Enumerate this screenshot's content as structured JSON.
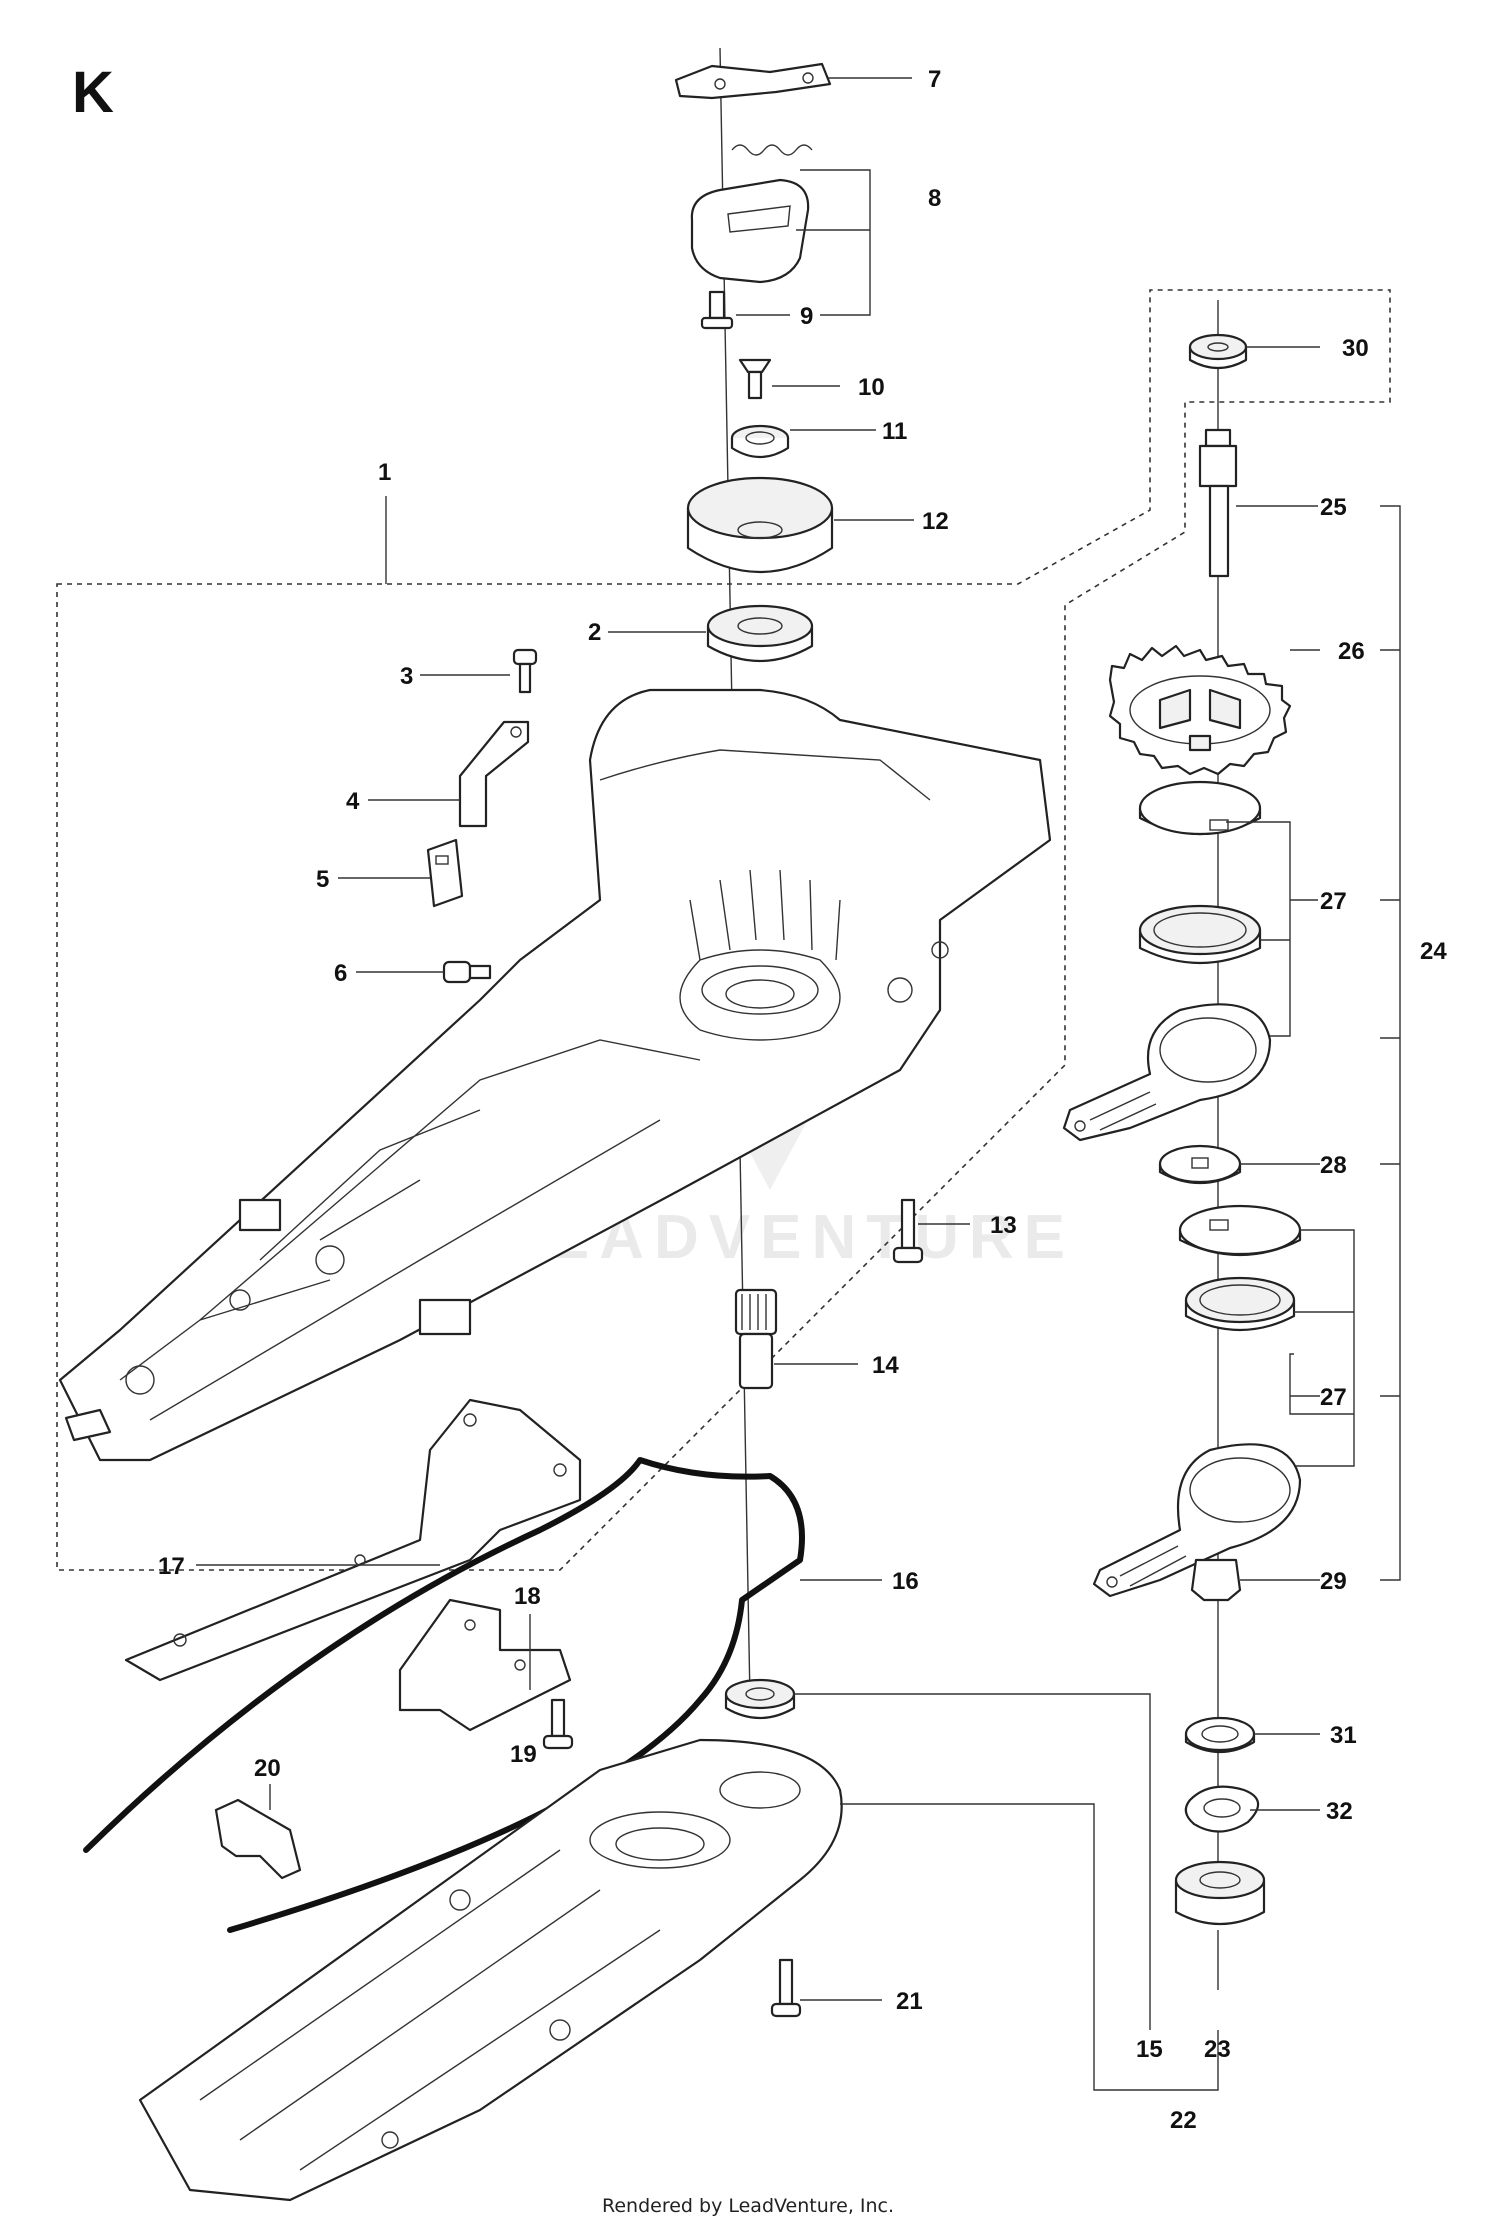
{
  "section_letter": "K",
  "callouts": {
    "c1": "1",
    "c2": "2",
    "c3": "3",
    "c4": "4",
    "c5": "5",
    "c6": "6",
    "c7": "7",
    "c8": "8",
    "c9": "9",
    "c10": "10",
    "c11": "11",
    "c12": "12",
    "c13": "13",
    "c14": "14",
    "c15": "15",
    "c16": "16",
    "c17": "17",
    "c18": "18",
    "c19": "19",
    "c20": "20",
    "c21": "21",
    "c22": "22",
    "c23": "23",
    "c24": "24",
    "c25": "25",
    "c26": "26",
    "c27a": "27",
    "c27b": "27",
    "c28": "28",
    "c29": "29",
    "c30": "30",
    "c31": "31",
    "c32": "32"
  },
  "watermark": "LEADVENTURE",
  "footer": "Rendered by LeadVenture, Inc."
}
